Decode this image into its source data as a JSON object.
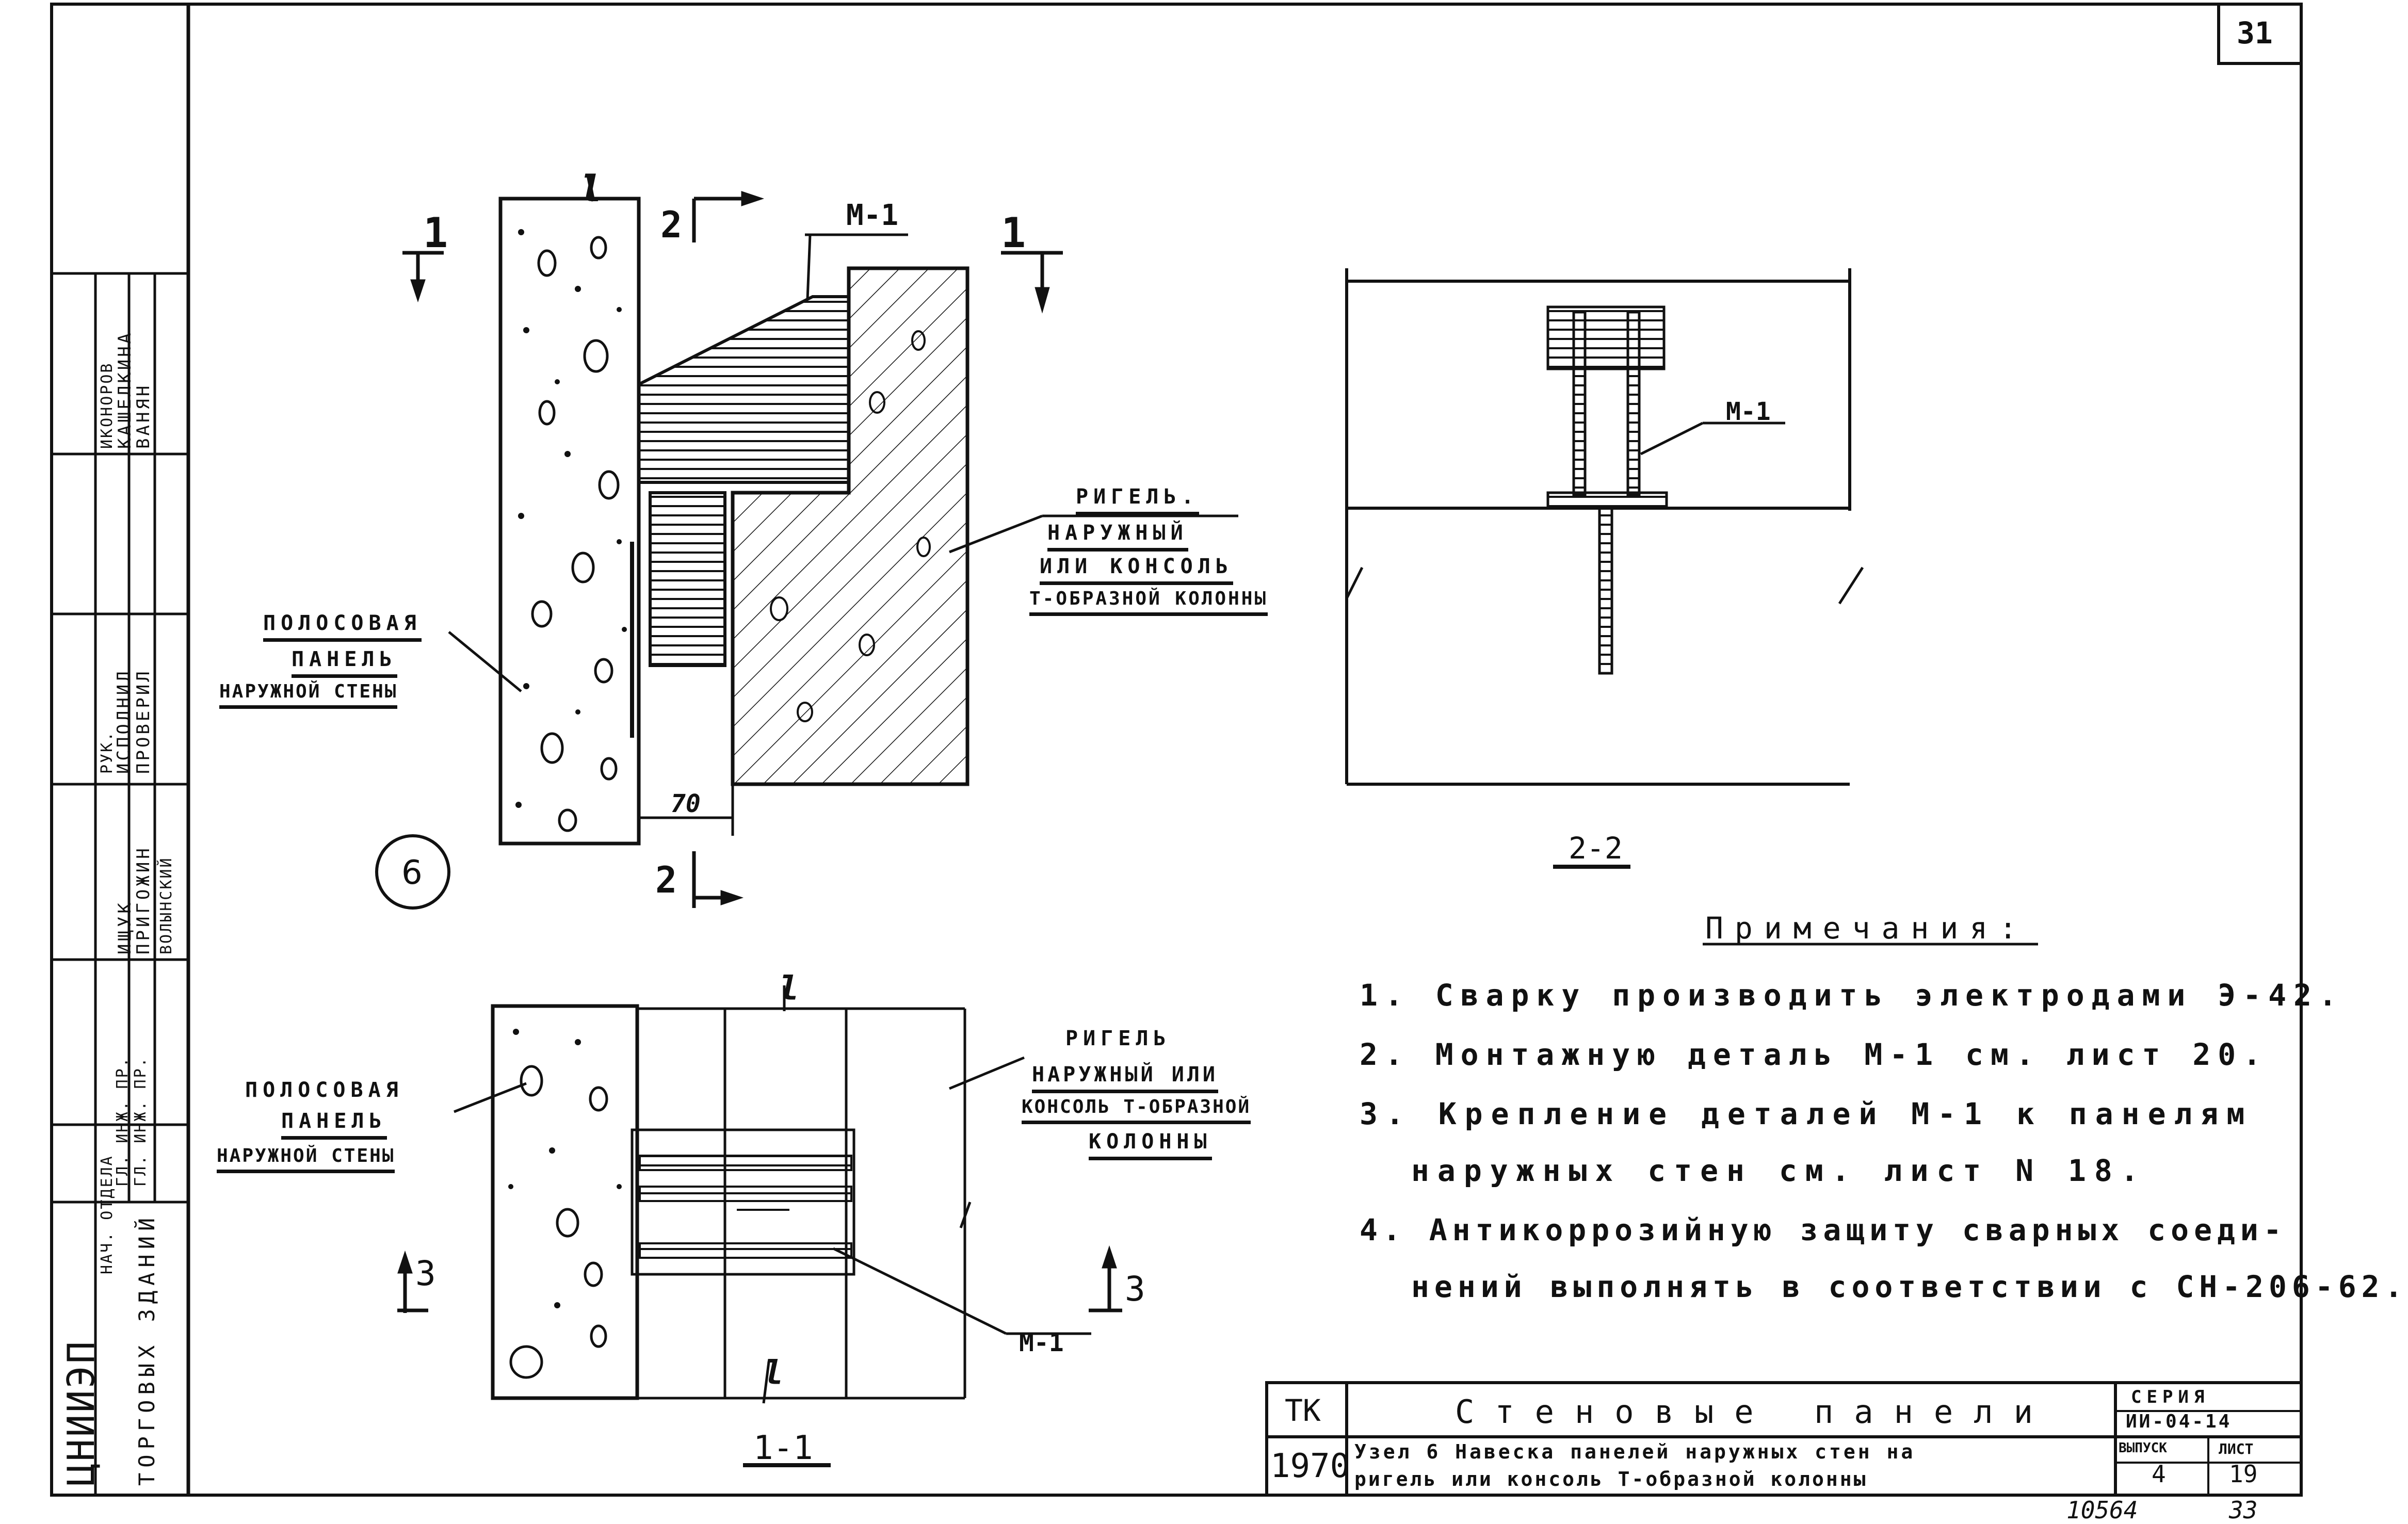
{
  "sheet_number": "31",
  "labels": {
    "mark_m1": "М-1",
    "section_1": "1",
    "section_2": "2",
    "section_3": "3",
    "axis_l": "l",
    "dim_70": "70",
    "node_number": "6",
    "section_title_22": "2-2",
    "section_title_11": "1-1"
  },
  "callouts": {
    "rigel_top": [
      "РИГЕЛЬ.",
      "НАРУЖНЫЙ",
      "ИЛИ КОНСОЛЬ",
      "Т-ОБРАЗНОЙ КОЛОННЫ"
    ],
    "panel_top": [
      "ПОЛОСОВАЯ",
      "ПАНЕЛЬ",
      "НАРУЖНОЙ СТЕНЫ"
    ],
    "panel_bottom": [
      "ПОЛОСОВАЯ",
      "ПАНЕЛЬ",
      "НАРУЖНОЙ СТЕНЫ"
    ],
    "rigel_bottom": [
      "РИГЕЛЬ",
      "НАРУЖНЫЙ ИЛИ",
      "КОНСОЛЬ Т-ОБРАЗНОЙ",
      "КОЛОННЫ"
    ]
  },
  "notes": {
    "title": "Примечания:",
    "items": [
      "1. Сварку производить электродами Э-42.",
      "2. Монтажную деталь М-1 см. лист 20.",
      "3. Крепление деталей М-1 к панелям",
      "наружных стен см. лист N 18.",
      "4. Антикоррозийную защиту сварных соеди-",
      "нений выполнять в соответствии с СН-206-62."
    ]
  },
  "title_block": {
    "code": "ТК",
    "year": "1970",
    "title": "Стеновые панели",
    "subtitle_line1": "Узел 6 Навеска панелей наружных стен на",
    "subtitle_line2": "ригель или консоль Т-образной колонны",
    "series_label": "СЕРИЯ",
    "series_value": "ИИ-04-14",
    "issue_label": "ВЫПУСК",
    "issue_value": "4",
    "sheet_label": "ЛИСТ",
    "sheet_value": "19"
  },
  "footer": {
    "inventory": "10564",
    "page": "33"
  },
  "side_stamp": {
    "org": "ЦНИИЭП",
    "org_sub": "ТОРГОВЫХ ЗДАНИЙ",
    "roles": [
      "НАЧ. ОТДЕЛА",
      "ГЛ. ИНЖ. ПР.",
      "ГЛ. ИНЖ. ПР.",
      "РУК.",
      "ИСПОЛНИЛ",
      "ПРОВЕРИЛ"
    ],
    "names": [
      "ИЩУК",
      "ПРИГОЖИН",
      "ВОЛЫНСКИЙ",
      "ИКОНОРОВ",
      "КАШЕЛКИНА",
      "ВАНЯН"
    ]
  }
}
